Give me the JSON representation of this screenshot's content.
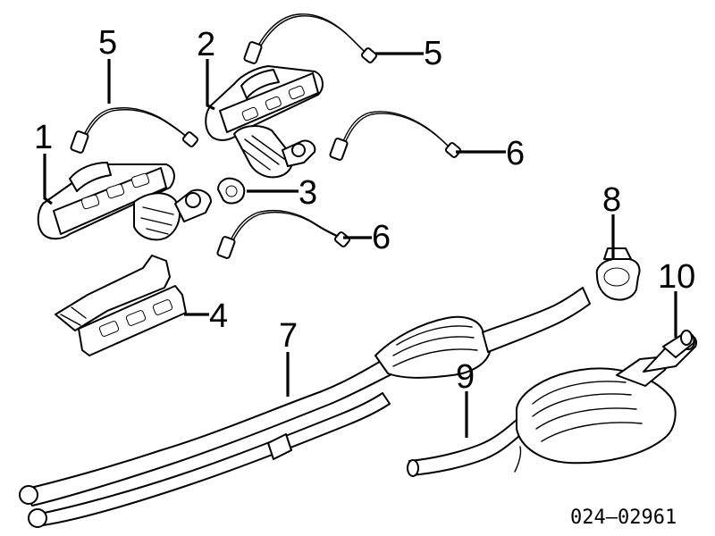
{
  "callouts": {
    "c1": "1",
    "c2": "2",
    "c3": "3",
    "c4": "4",
    "c5a": "5",
    "c5b": "5",
    "c6a": "6",
    "c6b": "6",
    "c7": "7",
    "c8": "8",
    "c9": "9",
    "c10": "10"
  },
  "reference_number": "024—02961"
}
